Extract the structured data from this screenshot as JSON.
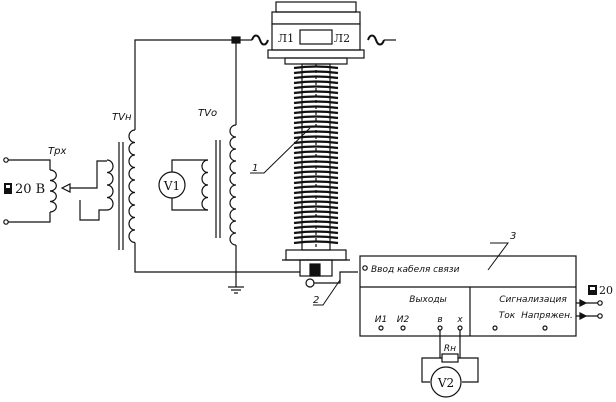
{
  "supply": {
    "label": "20 В",
    "icon": "dc-supply-symbol"
  },
  "transformers": {
    "regulating": "Трх",
    "high_voltage": "TVн",
    "measuring": "TVо"
  },
  "voltmeters": {
    "v1": "V1",
    "v2": "V2"
  },
  "bushing": {
    "terminal_left": "Л1",
    "terminal_right": "Л2"
  },
  "callouts": {
    "c1": "1",
    "c2": "2",
    "c3": "3"
  },
  "unit": {
    "input_label": "Ввод кабеля связи",
    "outputs_title": "Выходы",
    "outputs": [
      "И1",
      "И2",
      "в",
      "х"
    ],
    "alarm_title": "Сигнализация",
    "alarm_items": [
      "Ток",
      "Напряжен."
    ],
    "supply_label": "20",
    "load_resistor": "Rн"
  }
}
